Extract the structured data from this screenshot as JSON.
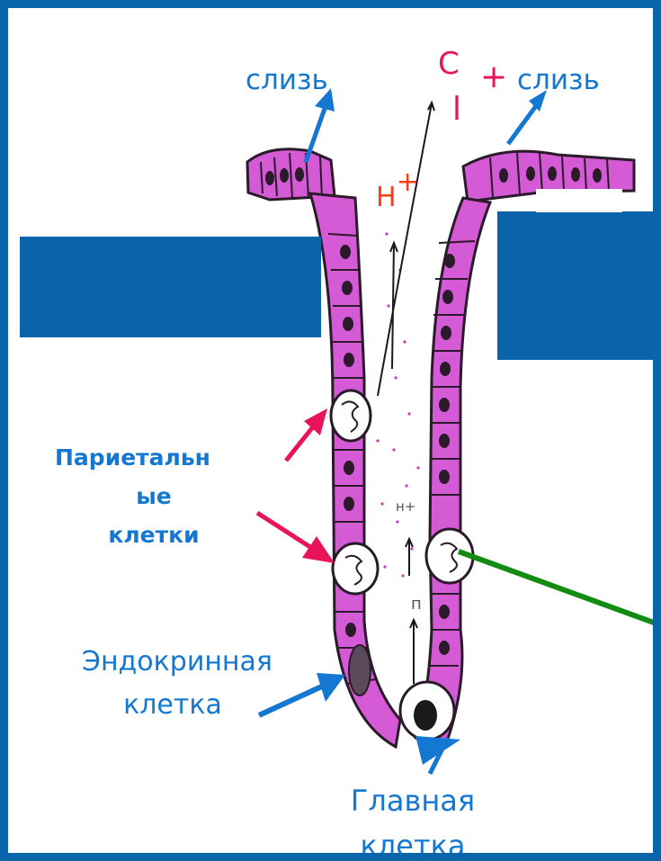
{
  "labels": {
    "mucus_left": "слизь",
    "mucus_right": "слизь",
    "cl_c": "C",
    "cl_plus": "+",
    "cl_i": "l",
    "h_plus": "H",
    "h_plus_sup": "+",
    "parietal_line1": "Париетальн",
    "parietal_line2": "ые",
    "parietal_line3": "клетки",
    "endocrine_line1": "Эндокринная",
    "endocrine_line2": "клетка",
    "chief_line1": "Главная",
    "chief_line2": "клетка",
    "inner_h": "н+",
    "inner_p": "п"
  },
  "colors": {
    "frame": "#0a64aa",
    "label_blue": "#1478d2",
    "label_pink": "#e8145a",
    "label_orange": "#ff3c14",
    "cell_magenta": "#d45ad6",
    "cell_outline": "#2a1a2a",
    "green_line": "#148c14"
  }
}
